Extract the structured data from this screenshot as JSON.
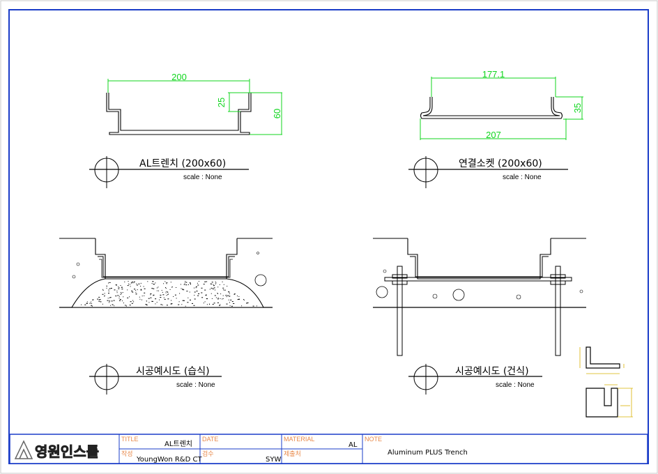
{
  "colors": {
    "border": "#1a3cc8",
    "dimension": "#10d61e",
    "title_label": "#e8894a",
    "hatch": "#000000",
    "small_dim": "#d9b000"
  },
  "details": {
    "section_a": {
      "title": "AL트렌치 (200x60)",
      "scale": "scale : None",
      "dim_width": "200",
      "dim_inner_height": "25",
      "dim_height": "60"
    },
    "section_b": {
      "title": "연결소켓 (200x60)",
      "scale": "scale : None",
      "dim_inner_width": "177.1",
      "dim_width": "207",
      "dim_height": "35"
    },
    "section_c": {
      "title": "시공예시도 (습식)",
      "scale": "scale : None"
    },
    "section_d": {
      "title": "시공예시도 (건식)",
      "scale": "scale : None"
    }
  },
  "title_block": {
    "logo_text": "영원인스톨",
    "title_label": "TITLE",
    "title_value": "AL트렌치",
    "date_label": "DATE",
    "date_value": "",
    "author_label": "작성",
    "author_value": "YoungWon R&D CT",
    "checker_label": "검수",
    "checker_value": "SYW",
    "material_label": "MATERIAL",
    "material_value": "AL",
    "producer_label": "제출처",
    "producer_value": "",
    "note_label": "NOTE",
    "note_value": "Aluminum PLUS Trench"
  }
}
